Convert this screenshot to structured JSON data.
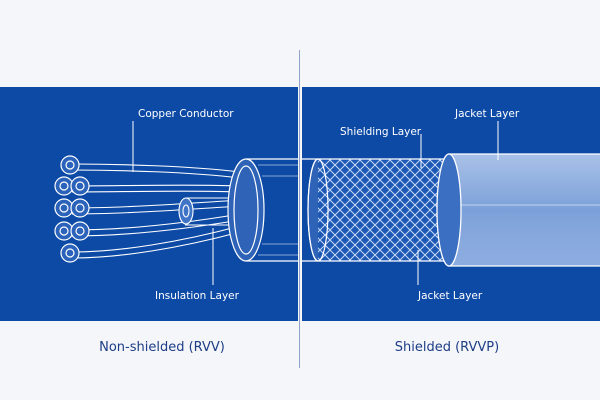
{
  "colors": {
    "panel_bg": "#0d4aa6",
    "page_bg": "#f4f6fa",
    "line_white": "#ffffff",
    "caption_text": "#1d3d86"
  },
  "panels": {
    "left": {
      "caption": "Non-shielded (RVV)",
      "labels": {
        "copper_conductor": "Copper Conductor",
        "insulation_layer": "Insulation Layer"
      }
    },
    "right": {
      "caption": "Shielded (RVVP)",
      "labels": {
        "shielding_layer": "Shielding Layer",
        "jacket_layer_top": "Jacket Layer",
        "jacket_layer_bottom": "Jacket Layer"
      }
    }
  }
}
